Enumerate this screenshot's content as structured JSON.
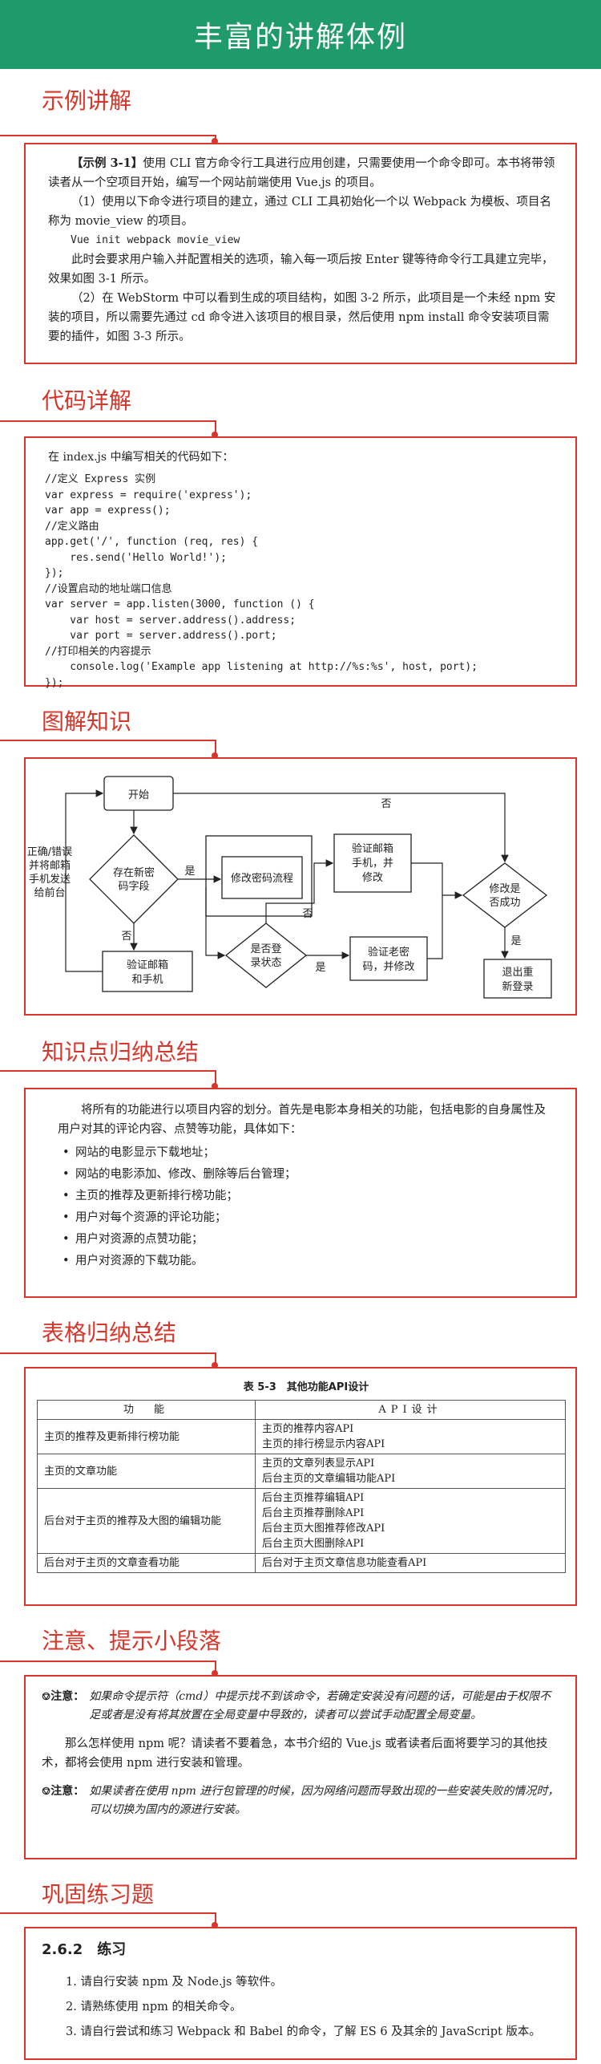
{
  "banner": "丰富的讲解体例",
  "sections": {
    "s1": "示例讲解",
    "s2": "代码详解",
    "s3": "图解知识",
    "s4": "知识点归纳总结",
    "s5": "表格归纳总结",
    "s6": "注意、提示小段落",
    "s7": "巩固练习题"
  },
  "example": {
    "p1_label": "【示例 3-1】",
    "p1": "使用 CLI 官方命令行工具进行应用创建，只需要使用一个命令即可。本书将带领读者从一个空项目开始，编写一个网站前端使用 Vue.js 的项目。",
    "p2": "（1）使用以下命令进行项目的建立，通过 CLI 工具初始化一个以 Webpack 为模板、项目名称为 movie_view 的项目。",
    "cmd": "Vue init webpack movie_view",
    "p3": "此时会要求用户输入并配置相关的选项，输入每一项后按 Enter 键等待命令行工具建立完毕，效果如图 3-1 所示。",
    "p4": "（2）在 WebStorm 中可以看到生成的项目结构，如图 3-2 所示，此项目是一个未经 npm 安装的项目，所以需要先通过 cd 命令进入该项目的根目录，然后使用 npm install 命令安装项目需要的插件，如图 3-3 所示。"
  },
  "code": {
    "intro": "在 index.js 中编写相关的代码如下：",
    "lines": [
      "//定义 Express 实例",
      "var express = require('express');",
      "var app = express();",
      "//定义路由",
      "app.get('/', function (req, res) {",
      "    res.send('Hello World!');",
      "});",
      "//设置启动的地址端口信息",
      "var server = app.listen(3000, function () {",
      "    var host = server.address().address;",
      "    var port = server.address().port;",
      "//打印相关的内容提示",
      "    console.log('Example app listening at http://%s:%s', host, port);",
      "});"
    ]
  },
  "flow": {
    "start": "开始",
    "side_note": [
      "正确/错误",
      "并将邮箱",
      "手机发送",
      "给前台"
    ],
    "d1": [
      "存在新密",
      "码字段"
    ],
    "change_flow": "修改密码流程",
    "verify1": [
      "验证邮箱",
      "和手机"
    ],
    "d2": [
      "是否登",
      "录状态"
    ],
    "verify_old": [
      "验证老密",
      "码，并修改"
    ],
    "verify2": [
      "验证邮箱",
      "手机，并",
      "修改"
    ],
    "d3": [
      "修改是",
      "否成功"
    ],
    "logout": [
      "退出重",
      "新登录"
    ],
    "yes": "是",
    "no": "否"
  },
  "summary": {
    "intro": "将所有的功能进行以项目内容的划分。首先是电影本身相关的功能，包括电影的自身属性及用户对其的评论内容、点赞等功能，具体如下：",
    "items": [
      "网站的电影显示下载地址；",
      "网站的电影添加、修改、删除等后台管理；",
      "主页的推荐及更新排行榜功能；",
      "用户对每个资源的评论功能；",
      "用户对资源的点赞功能；",
      "用户对资源的下载功能。"
    ]
  },
  "table": {
    "caption": "表 5-3　其他功能API设计",
    "headers": [
      "功　能",
      "API设计"
    ],
    "rows": [
      {
        "func": "主页的推荐及更新排行榜功能",
        "apis": [
          "主页的推荐内容API",
          "主页的排行榜显示内容API"
        ]
      },
      {
        "func": "主页的文章功能",
        "apis": [
          "主页的文章列表显示API",
          "后台主页的文章编辑功能API"
        ]
      },
      {
        "func": "后台对于主页的推荐及大图的编辑功能",
        "apis": [
          "后台主页推荐编辑API",
          "后台主页推荐删除API",
          "后台主页大图推荐修改API",
          "后台主页大图删除API"
        ]
      },
      {
        "func": "后台对于主页的文章查看功能",
        "apis": [
          "后台对于主页文章信息功能查看API"
        ]
      }
    ]
  },
  "notes": {
    "label": "注意：",
    "n1": "如果命令提示符（cmd）中提示找不到该命令，若确定安装没有问题的话，可能是由于权限不足或者是没有将其放置在全局变量中导致的，读者可以尝试手动配置全局变量。",
    "mid": "那么怎样使用 npm 呢？请读者不要着急，本书介绍的 Vue.js 或者读者后面将要学习的其他技术，都将会使用 npm 进行安装和管理。",
    "n2": "如果读者在使用 npm 进行包管理的时候，因为网络问题而导致出现的一些安装失败的情况时，可以切换为国内的源进行安装。"
  },
  "exercise": {
    "heading": "2.6.2　练习",
    "items": [
      "1.  请自行安装 npm 及 Node.js 等软件。",
      "2.  请熟练使用 npm 的相关命令。",
      "3.  请自行尝试和练习 Webpack 和 Babel 的命令，了解 ES 6 及其余的 JavaScript 版本。"
    ]
  },
  "colors": {
    "banner": "#1f9a6a",
    "accent": "#d7372b"
  }
}
